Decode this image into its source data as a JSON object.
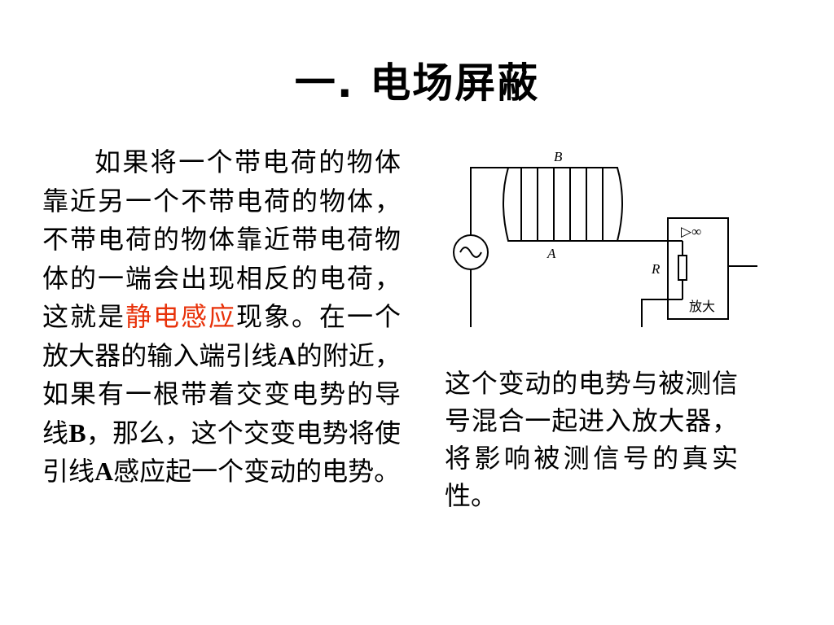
{
  "slide": {
    "title": "一. 电场屏蔽"
  },
  "left_paragraph": {
    "part1": "如果将一个带电荷的物体靠近另一个不带电荷的物体，不带电荷的物体靠近带电荷物体的一端会出现相反的电荷，这就是",
    "highlight": "静电感应",
    "part2": "现象。在一个放大器的输入端引线",
    "letter_a1": "A",
    "part3": "的附近，如果有一根带着交变电势的导线",
    "letter_b": "B",
    "part4": "，那么，这个交变电势将使引线",
    "letter_a2": "A",
    "part5": "感应起一个变动的电势。"
  },
  "diagram": {
    "label_b": "B",
    "label_a": "A",
    "label_r": "R",
    "amp_symbol": "▷∞",
    "amp_label": "放大"
  },
  "right_paragraph": {
    "text": "这个变动的电势与被测信号混合一起进入放大器，将影响被测信号的真实性。"
  },
  "colors": {
    "highlight": "#e8320a",
    "text": "#000000",
    "background": "#ffffff"
  }
}
